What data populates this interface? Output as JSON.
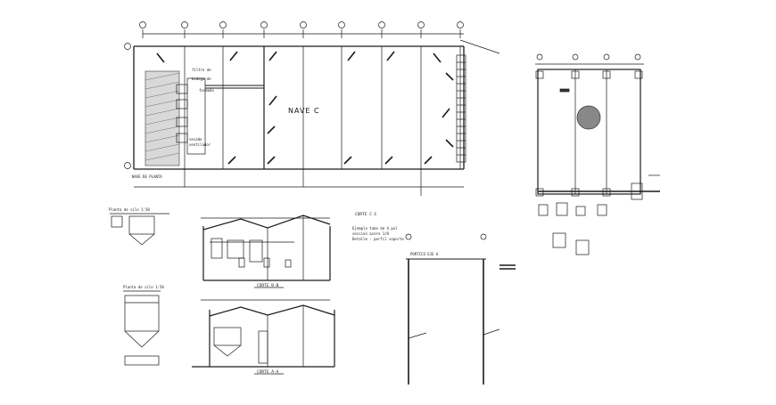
{
  "plan": {
    "title": "NAVE C",
    "notes": [
      "filtro de",
      "bodega de",
      "formado",
      "secado",
      "ventilador"
    ],
    "bottom_label": "NAVE DE PLANTA"
  },
  "elevations": {
    "section_bb": "CORTE B-B",
    "section_aa": "CORTE A-A",
    "section_cc": "CORTE C-C",
    "note_lines": [
      "Ejemplo tubo de 4 pul",
      "seccion acero 1/8",
      "Detalle - perfil soporte"
    ],
    "portal_label": "PORTICO EJE A",
    "detail_1": "Planta de silo 1:50",
    "detail_2": "Planta de silo 1:50"
  },
  "colors": {
    "ink": "#1a1a1a",
    "hatch": "#555555"
  }
}
